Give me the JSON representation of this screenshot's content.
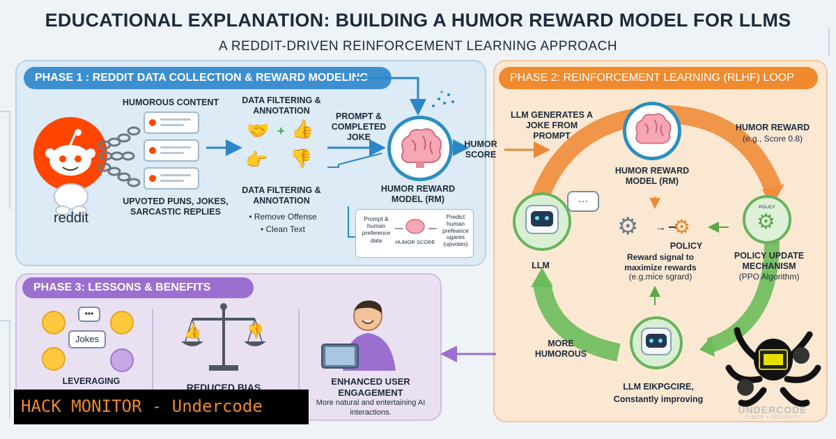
{
  "header": {
    "title": "EDUCATIONAL EXPLANATION: BUILDING A HUMOR REWARD MODEL FOR LLMS",
    "subtitle": "A REDDIT-DRIVEN REINFORCEMENT LEARNING APPROACH"
  },
  "phase1": {
    "heading": "PHASE 1 : REDDIT DATA COLLECTION & REWARD MODELING",
    "reddit_logo": "reddit",
    "humorous_content": "HUMOROUS CONTENT",
    "upvoted": "UPVOTED PUNS, JOKES, SARCASTIC REPLIES",
    "filtering_top": "DATA FILTERING & ANNOTATION",
    "filtering_bottom": "DATA FILTERING & ANNOTATION",
    "filter_items": [
      "• Remove Offense",
      "• Clean Text"
    ],
    "prompt_joke": "PROMPT & COMPLETED JOKE",
    "rm_label": "HUMOR REWARD MODEL (RM)",
    "humor_score": "HUMOR SCORE",
    "inset": {
      "left": "Prompt & human preference data",
      "center": "HUMOR SCORE",
      "right": "Predict human prefeance ugares (upvotes)"
    }
  },
  "phase2": {
    "heading": "PHASE 2: REINFORCEMENT LEARNING (RLHF) LOOP",
    "llm_generates": "LLM GENERATES A JOKE FROM PROMPT",
    "humor_reward": "HUMOR REWARD",
    "humor_reward_eg": "(e.g., Score 0.8)",
    "rm_label": "HUMOR REWARD MODEL (RM)",
    "policy": "POLICY",
    "reward_signal": "Reward signal to maximize rewards",
    "reward_signal_eg": "(e.g.mi̇ce sgrard)",
    "policy_update": "POLICY UPDATE MECHANISM",
    "policy_update_eg": "(PPO Algorithm)",
    "policy_tag": "POLICY",
    "llm": "LLM",
    "more_humorous": "MORE HUMOROUS",
    "llm_improving": "LLM EIKPGCIRE,",
    "constantly": "Constantly improving"
  },
  "phase3": {
    "heading": "PHASE 3: LESSONS & BENEFITS",
    "jokes_bubble": "Jokes",
    "leveraging": "LEVERAGING",
    "reduced_bias": "REDUCED BIAS",
    "enhanced": "ENHANCED USER ENGAGEMENT",
    "enhanced_desc": "More natural and entertaining AI interactions."
  },
  "watermark": {
    "banner": "HACK MONITOR - Undercode",
    "brand": "UNDERCODE",
    "brand_sub": "CYBER • SECURITY"
  },
  "colors": {
    "phase1": "#3d8fd0",
    "phase2": "#ef8a2f",
    "phase3": "#9b6fcf",
    "reddit": "#ff4500",
    "banner_text": "#f08a2a"
  }
}
